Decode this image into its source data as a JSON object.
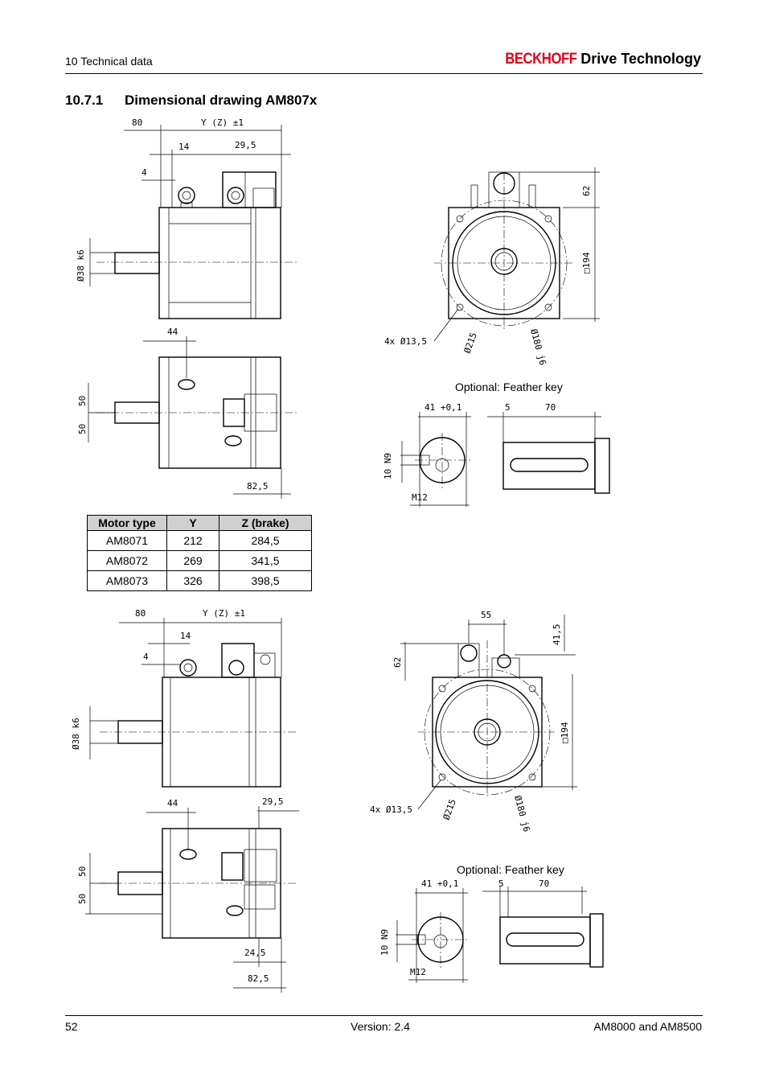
{
  "header": {
    "section": "10 Technical data",
    "brand_logo": "BECKHOFF",
    "brand_suffix": "Drive Technology"
  },
  "title": {
    "number": "10.7.1",
    "text": "Dimensional drawing AM807x"
  },
  "drawing1": {
    "dims": {
      "d80": "80",
      "yz": "Y (Z) ±1",
      "d14": "14",
      "d29_5": "29,5",
      "d4": "4",
      "shaft": "Ø38 k6",
      "d62": "62",
      "sq194": "□194",
      "holes": "4x  Ø13,5",
      "d215": "Ø215",
      "d180": "Ø180 j6",
      "d44": "44",
      "d50a": "50",
      "d50b": "50",
      "d82_5": "82,5"
    },
    "feather_key": {
      "caption": "Optional: Feather key",
      "d41": "41 +0,1",
      "d5": "5",
      "d70": "70",
      "n9": "10 N9",
      "m12": "M12"
    }
  },
  "table": {
    "headers": [
      "Motor type",
      "Y",
      "Z (brake)"
    ],
    "rows": [
      [
        "AM8071",
        "212",
        "284,5"
      ],
      [
        "AM8072",
        "269",
        "341,5"
      ],
      [
        "AM8073",
        "326",
        "398,5"
      ]
    ]
  },
  "drawing2": {
    "dims": {
      "d80": "80",
      "yz": "Y (Z) ±1",
      "d14": "14",
      "d4": "4",
      "shaft": "Ø38 k6",
      "d55": "55",
      "d41_5": "41,5",
      "d62": "62",
      "sq194": "□194",
      "holes": "4x  Ø13,5",
      "d215": "Ø215",
      "d180": "Ø180 j6",
      "d44": "44",
      "d29_5": "29,5",
      "d50a": "50",
      "d50b": "50",
      "d24_5": "24,5",
      "d82_5": "82,5"
    },
    "feather_key": {
      "caption": "Optional: Feather key",
      "d41": "41 +0,1",
      "d5": "5",
      "d70": "70",
      "n9": "10 N9",
      "m12": "M12"
    }
  },
  "footer": {
    "page": "52",
    "version": "Version: 2.4",
    "product": "AM8000 and AM8500"
  }
}
